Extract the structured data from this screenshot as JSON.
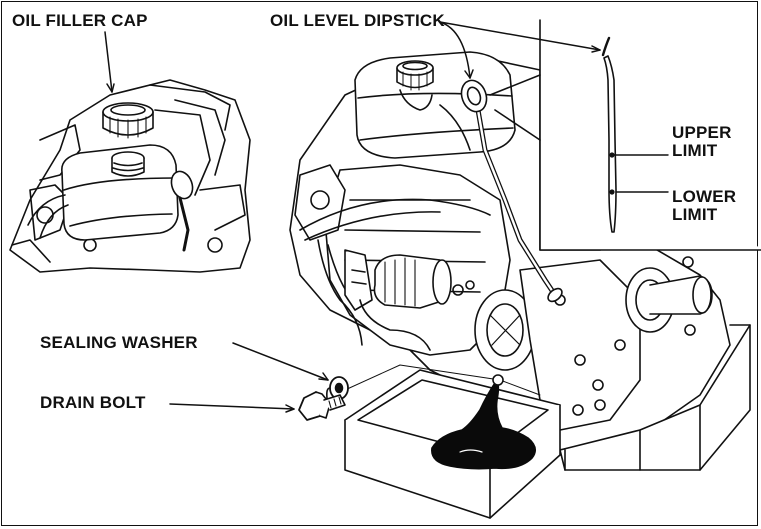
{
  "labels": {
    "oil_filler_cap": "OIL FILLER CAP",
    "oil_level_dipstick": "OIL LEVEL DIPSTICK",
    "upper_limit_line1": "UPPER",
    "upper_limit_line2": "LIMIT",
    "lower_limit_line1": "LOWER",
    "lower_limit_line2": "LIMIT",
    "sealing_washer": "SEALING WASHER",
    "drain_bolt": "DRAIN BOLT"
  },
  "colors": {
    "ink": "#111111",
    "paper": "#ffffff",
    "engine_shade": "#d9d9d9",
    "oil": "#0a0a0a"
  }
}
